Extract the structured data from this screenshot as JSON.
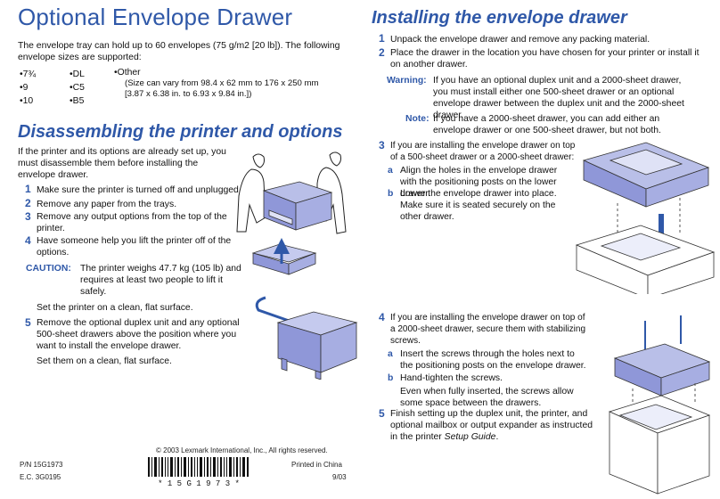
{
  "left": {
    "title": "Optional Envelope Drawer",
    "intro": "The envelope tray can hold up to 60 envelopes (75 g/m2 [20 lb]). The following envelope sizes are supported:",
    "sizes_col1": [
      "7¾",
      "9",
      "10"
    ],
    "sizes_col2": [
      "DL",
      "C5",
      "B5"
    ],
    "other_label": "Other",
    "other_note_1": "(Size can vary from 98.4 x 62 mm to 176 x 250 mm",
    "other_note_2": "[3.87 x 6.38 in. to 6.93 x 9.84 in.])",
    "section_title": "Disassembling the printer and options",
    "section_intro": "If the printer and its options are already set up, you must disassemble them before installing the envelope drawer.",
    "steps": [
      {
        "n": "1",
        "text": "Make sure the printer is turned off and unplugged."
      },
      {
        "n": "2",
        "text": "Remove any paper from the trays."
      },
      {
        "n": "3",
        "text": "Remove any output options from the top of the printer."
      },
      {
        "n": "4",
        "text": "Have someone help you lift the printer off of the options."
      }
    ],
    "caution_label": "CAUTION:",
    "caution_text": "The printer weighs 47.7 kg (105 lb) and requires at least two people to lift it safely.",
    "set_flat_1": "Set the printer on a clean, flat surface.",
    "step5_n": "5",
    "step5_text": "Remove the optional duplex unit and any optional 500-sheet drawers above the position where you want to install the envelope drawer.",
    "set_flat_2": "Set them on a clean, flat surface."
  },
  "right": {
    "title": "Installing the envelope drawer",
    "step1_n": "1",
    "step1": "Unpack the envelope drawer and remove any packing material.",
    "step2_n": "2",
    "step2": "Place the drawer in the location you have chosen for your printer or install it on another drawer.",
    "warning_label": "Warning:",
    "warning_text": "If you have an optional duplex unit and a 2000-sheet drawer, you must install either one 500-sheet drawer or an optional envelope drawer between the duplex unit and the 2000-sheet drawer.",
    "note_label": "Note:",
    "note_text": "If you have a 2000-sheet drawer, you can add either an envelope drawer or one 500-sheet drawer, but not both.",
    "step3_n": "3",
    "step3": "If you are installing the envelope drawer on top of a 500-sheet drawer or a 2000-sheet drawer:",
    "step3a_l": "a",
    "step3a": "Align the holes in the envelope drawer with the positioning posts on the lower drawer.",
    "step3b_l": "b",
    "step3b": "Lower the envelope drawer into place. Make sure it is seated securely on the other drawer.",
    "step4_n": "4",
    "step4": "If you are installing the envelope drawer on top of a 2000-sheet drawer, secure them with stabilizing screws.",
    "step4a_l": "a",
    "step4a": "Insert the screws through the holes next to the positioning posts on the envelope drawer.",
    "step4b_l": "b",
    "step4b": "Hand-tighten the screws.",
    "step4b_note": "Even when fully inserted, the screws allow some space between the drawers.",
    "step5_n": "5",
    "step5_a": "Finish setting up the duplex unit, the printer, and optional mailbox or output expander as instructed in the printer ",
    "step5_em": "Setup Guide",
    "step5_b": "."
  },
  "footer": {
    "copyright": "© 2003 Lexmark International, Inc., All rights reserved.",
    "pn": "P/N 15G1973",
    "ec": "E.C. 3G0195",
    "printed": "Printed in China",
    "date": "9/03",
    "barcode_text": "* 1 5 G 1 9 7 3 *"
  },
  "colors": {
    "accent": "#2f58a8",
    "illustration": "#8f97d8"
  }
}
